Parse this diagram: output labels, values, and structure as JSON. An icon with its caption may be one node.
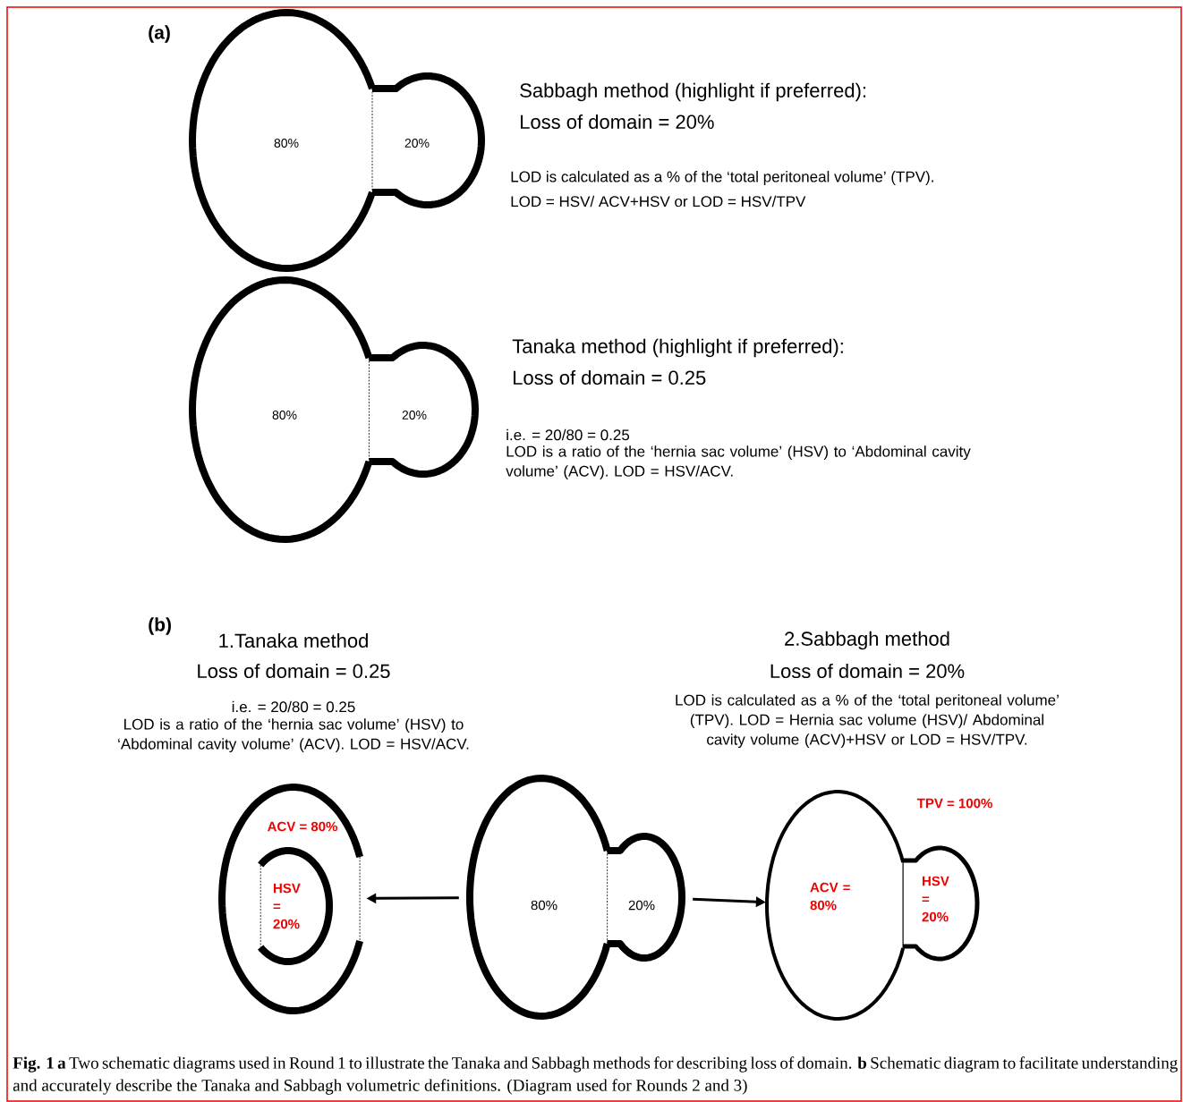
{
  "diagram": {
    "caption": "**Fig. 1**  **a** Two schematic diagrams used in Round 1 to illustrate the Tanaka and Sabbagh methods for describing loss of domain. **b** Schematic diagram to facilitate understanding and accurately describe the Tanaka and Sabbagh volumetric definitions. (Diagram used for Rounds 2 and 3)",
    "nodes": [
      {
        "text": [
          "80%"
        ]
      },
      {
        "text": [
          "20%"
        ]
      },
      {
        "text": [
          "80%"
        ]
      },
      {
        "text": [
          "20%"
        ]
      },
      {
        "text": [
          "ACV = 80%"
        ]
      },
      {
        "text": [
          "HSV = 20%"
        ],
        "in": 4
      },
      {
        "text": [
          "80%"
        ]
      },
      {
        "text": [
          "20%"
        ]
      },
      {
        "text": [
          "ACV = 80%"
        ]
      },
      {
        "text": [
          "HSV = 20%"
        ]
      }
    ],
    "edges": [
      {
        "from": 6,
        "to": 4,
        "arrow": "to"
      },
      {
        "from": 7,
        "to": 8,
        "arrow": "to"
      }
    ],
    "labels": [
      "(a)",
      "Sabbagh method (highlight if preferred):",
      "Loss of domain = 20%",
      "LOD is calculated as a % of the ‘total peritoneal volume’ (TPV).",
      "LOD = HSV/ ACV+HSV or LOD = HSV/TPV",
      "Tanaka method (highlight if preferred):",
      "Loss of domain = 0.25",
      "i.e. = 20/80 = 0.25",
      "LOD is a ratio of the ‘hernia sac volume’ (HSV) to ‘Abdominal cavity volume’ (ACV). LOD = HSV/ACV.",
      "(b)",
      "1.Tanaka method",
      "Loss of domain = 0.25",
      "i.e. = 20/80 = 0.25",
      "LOD is a ratio of the ‘hernia sac volume’ (HSV) to ‘Abdominal cavity volume’ (ACV). LOD = HSV/ACV.",
      "2.Sabbagh method",
      "Loss of domain = 20%",
      "LOD is calculated as a % of the ‘total peritoneal volume’ (TPV). LOD = Hernia sac volume (HSV)/ Abdominal cavity volume (ACV)+HSV or LOD = HSV/TPV.",
      "TPV = 100%"
    ]
  }
}
